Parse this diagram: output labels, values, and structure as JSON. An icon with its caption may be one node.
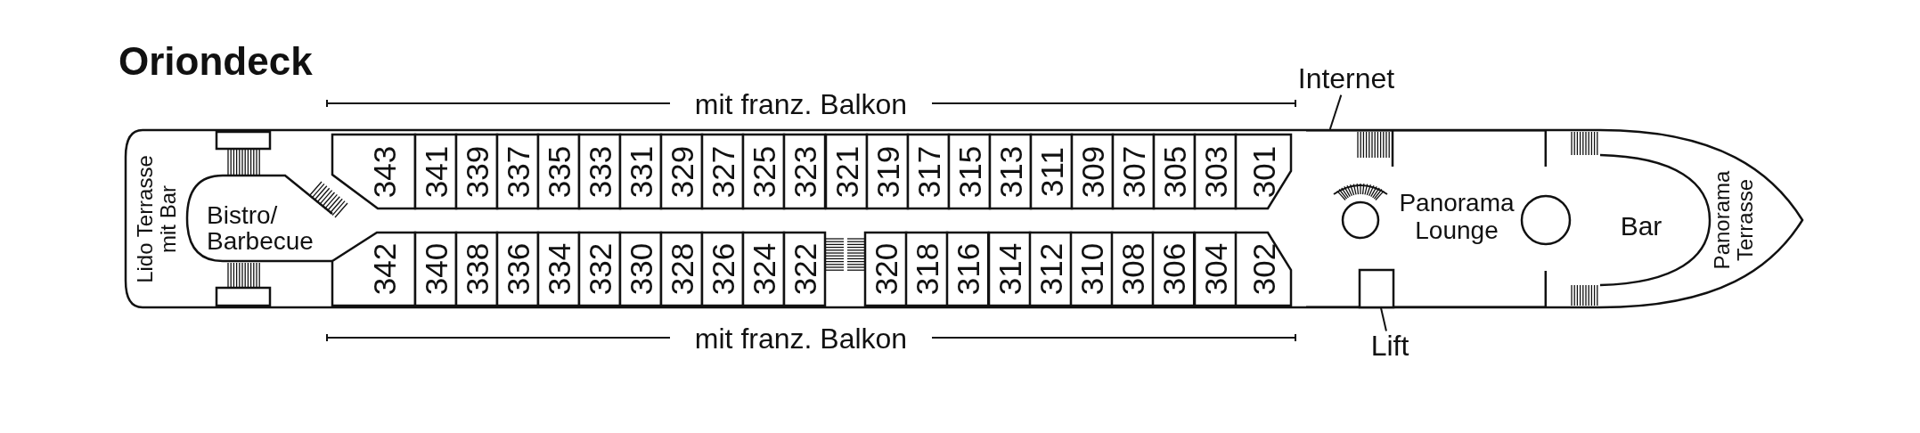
{
  "diagram": {
    "title": "Oriondeck",
    "nodes": [
      {
        "text": [
          "Lido Terrasse mit Bar"
        ]
      },
      {
        "text": [
          "Bistro/ Barbecue"
        ]
      },
      {
        "text": [
          "343"
        ]
      },
      {
        "text": [
          "341"
        ]
      },
      {
        "text": [
          "339"
        ]
      },
      {
        "text": [
          "337"
        ]
      },
      {
        "text": [
          "335"
        ]
      },
      {
        "text": [
          "333"
        ]
      },
      {
        "text": [
          "331"
        ]
      },
      {
        "text": [
          "329"
        ]
      },
      {
        "text": [
          "327"
        ]
      },
      {
        "text": [
          "325"
        ]
      },
      {
        "text": [
          "323"
        ]
      },
      {
        "text": [
          "321"
        ]
      },
      {
        "text": [
          "319"
        ]
      },
      {
        "text": [
          "317"
        ]
      },
      {
        "text": [
          "315"
        ]
      },
      {
        "text": [
          "313"
        ]
      },
      {
        "text": [
          "311"
        ]
      },
      {
        "text": [
          "309"
        ]
      },
      {
        "text": [
          "307"
        ]
      },
      {
        "text": [
          "305"
        ]
      },
      {
        "text": [
          "303"
        ]
      },
      {
        "text": [
          "301"
        ]
      },
      {
        "text": [
          "342"
        ]
      },
      {
        "text": [
          "340"
        ]
      },
      {
        "text": [
          "338"
        ]
      },
      {
        "text": [
          "336"
        ]
      },
      {
        "text": [
          "334"
        ]
      },
      {
        "text": [
          "332"
        ]
      },
      {
        "text": [
          "330"
        ]
      },
      {
        "text": [
          "328"
        ]
      },
      {
        "text": [
          "326"
        ]
      },
      {
        "text": [
          "324"
        ]
      },
      {
        "text": [
          "322"
        ]
      },
      {
        "text": [
          "320"
        ]
      },
      {
        "text": [
          "318"
        ]
      },
      {
        "text": [
          "316"
        ]
      },
      {
        "text": [
          "314"
        ]
      },
      {
        "text": [
          "312"
        ]
      },
      {
        "text": [
          "310"
        ]
      },
      {
        "text": [
          "308"
        ]
      },
      {
        "text": [
          "306"
        ]
      },
      {
        "text": [
          "304"
        ]
      },
      {
        "text": [
          "302"
        ]
      },
      {
        "text": [
          "Internet"
        ]
      },
      {
        "text": [
          "Panorama Lounge"
        ]
      },
      {
        "text": [
          "Bar"
        ]
      },
      {
        "text": [
          "Panorama Terrasse"
        ]
      },
      {
        "text": [],
        "shape": "box",
        "in": 46
      },
      {
        "text": [
          "Lift"
        ]
      }
    ],
    "edges": [
      {
        "from": 45,
        "to": 46,
        "arrow": "none"
      },
      {
        "from": 50,
        "to": 49,
        "arrow": "none"
      }
    ],
    "labels": [
      "mit franz. Balkon",
      "mit franz. Balkon"
    ]
  }
}
